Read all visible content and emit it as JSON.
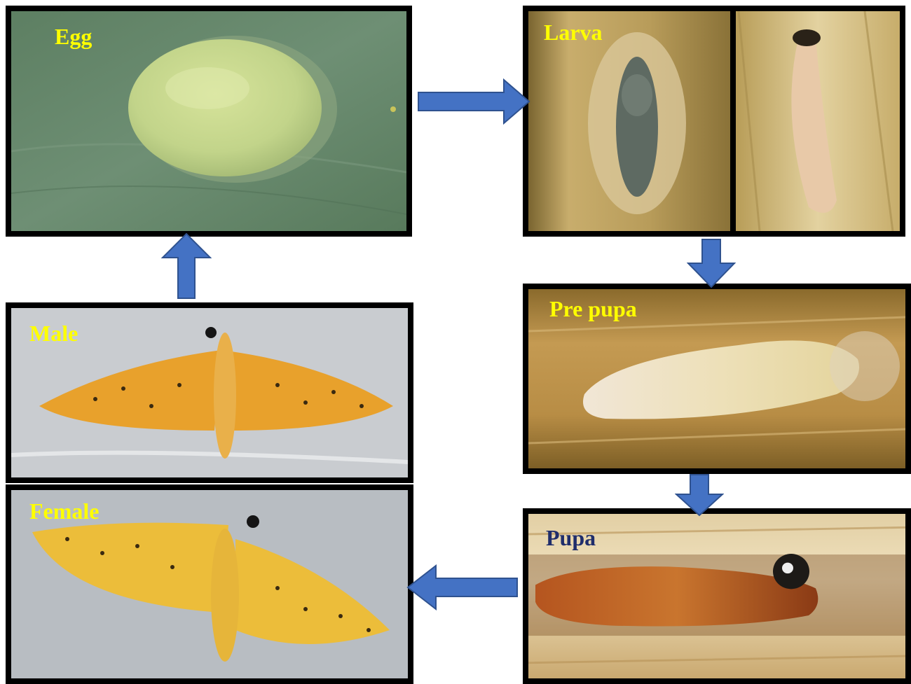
{
  "stages": {
    "egg": {
      "label": "Egg"
    },
    "larva": {
      "label": "Larva"
    },
    "pre_pupa": {
      "label": "Pre pupa"
    },
    "pupa": {
      "label": "Pupa"
    },
    "female": {
      "label": "Female"
    },
    "male": {
      "label": "Male"
    }
  },
  "colors": {
    "arrow": "#4472c4",
    "arrow_edge": "#2f528f",
    "label_yellow": "#ffff00",
    "label_navy": "#1f2d6b",
    "frame": "#000000"
  },
  "flow": [
    "egg",
    "larva",
    "pre_pupa",
    "pupa",
    "female",
    "male",
    "egg"
  ]
}
